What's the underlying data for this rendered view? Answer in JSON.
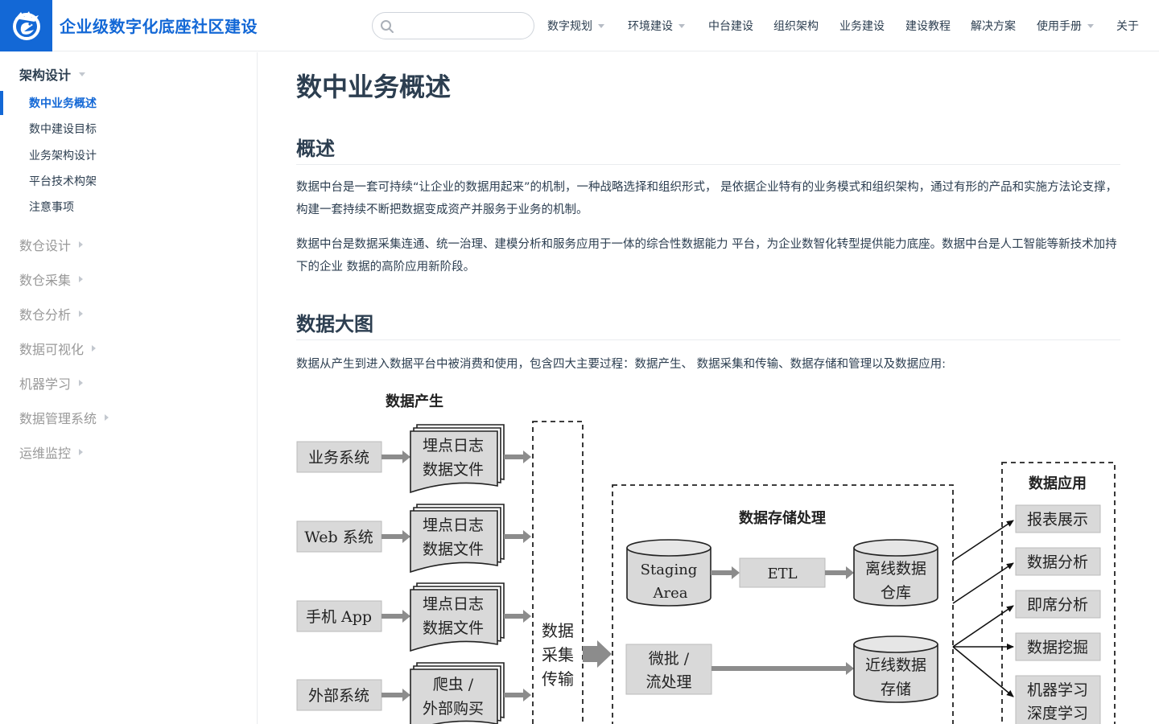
{
  "header": {
    "title": "企业级数字化底座社区建设",
    "search_placeholder": "",
    "nav": [
      {
        "label": "数字规划",
        "dropdown": true
      },
      {
        "label": "环境建设",
        "dropdown": true
      },
      {
        "label": "中台建设",
        "dropdown": false
      },
      {
        "label": "组织架构",
        "dropdown": false
      },
      {
        "label": "业务建设",
        "dropdown": false
      },
      {
        "label": "建设教程",
        "dropdown": false
      },
      {
        "label": "解决方案",
        "dropdown": false
      },
      {
        "label": "使用手册",
        "dropdown": true
      },
      {
        "label": "关于",
        "dropdown": false
      }
    ]
  },
  "sidebar": {
    "groups": [
      {
        "title": "架构设计",
        "open": true,
        "items": [
          "数中业务概述",
          "数中建设目标",
          "业务架构设计",
          "平台技术构架",
          "注意事项"
        ],
        "active_index": 0
      },
      {
        "title": "数仓设计",
        "open": false
      },
      {
        "title": "数仓采集",
        "open": false
      },
      {
        "title": "数仓分析",
        "open": false
      },
      {
        "title": "数据可视化",
        "open": false
      },
      {
        "title": "机器学习",
        "open": false
      },
      {
        "title": "数据管理系统",
        "open": false
      },
      {
        "title": "运维监控",
        "open": false
      }
    ]
  },
  "content": {
    "title": "数中业务概述",
    "sections": [
      {
        "heading": "概述",
        "paragraphs": [
          "数据中台是一套可持续“让企业的数据用起来”的机制，一种战略选择和组织形式， 是依据企业特有的业务模式和组织架构，通过有形的产品和实施方法论支撑， 构建一套持续不断把数据变成资产并服务于业务的机制。",
          "数据中台是数据采集连通、统一治理、建模分析和服务应用于一体的综合性数据能力 平台，为企业数智化转型提供能力底座。数据中台是人工智能等新技术加持下的企业 数据的高阶应用新阶段。"
        ]
      },
      {
        "heading": "数据大图",
        "paragraphs": [
          "数据从产生到进入数据平台中被消费和使用，包含四大主要过程：数据产生、 数据采集和传输、数据存储和管理以及数据应用:"
        ]
      }
    ]
  },
  "diagram": {
    "production_title": "数据产生",
    "sources": [
      "业务系统",
      "Web 系统",
      "手机 App",
      "外部系统"
    ],
    "files": [
      [
        "埋点日志",
        "数据文件"
      ],
      [
        "埋点日志",
        "数据文件"
      ],
      [
        "埋点日志",
        "数据文件"
      ],
      [
        "爬虫 /",
        "外部购买"
      ]
    ],
    "collection": [
      "数据",
      "采集",
      "传输"
    ],
    "storage_title": "数据存储处理",
    "staging": [
      "Staging",
      "Area"
    ],
    "etl": "ETL",
    "offline": [
      "离线数据",
      "仓库"
    ],
    "stream": [
      "微批 /",
      "流处理"
    ],
    "nearline": [
      "近线数据",
      "存储"
    ],
    "app_title": "数据应用",
    "apps": [
      [
        "报表展示"
      ],
      [
        "数据分析"
      ],
      [
        "即席分析"
      ],
      [
        "数据挖掘"
      ],
      [
        "机器学习",
        "深度学习"
      ]
    ]
  }
}
